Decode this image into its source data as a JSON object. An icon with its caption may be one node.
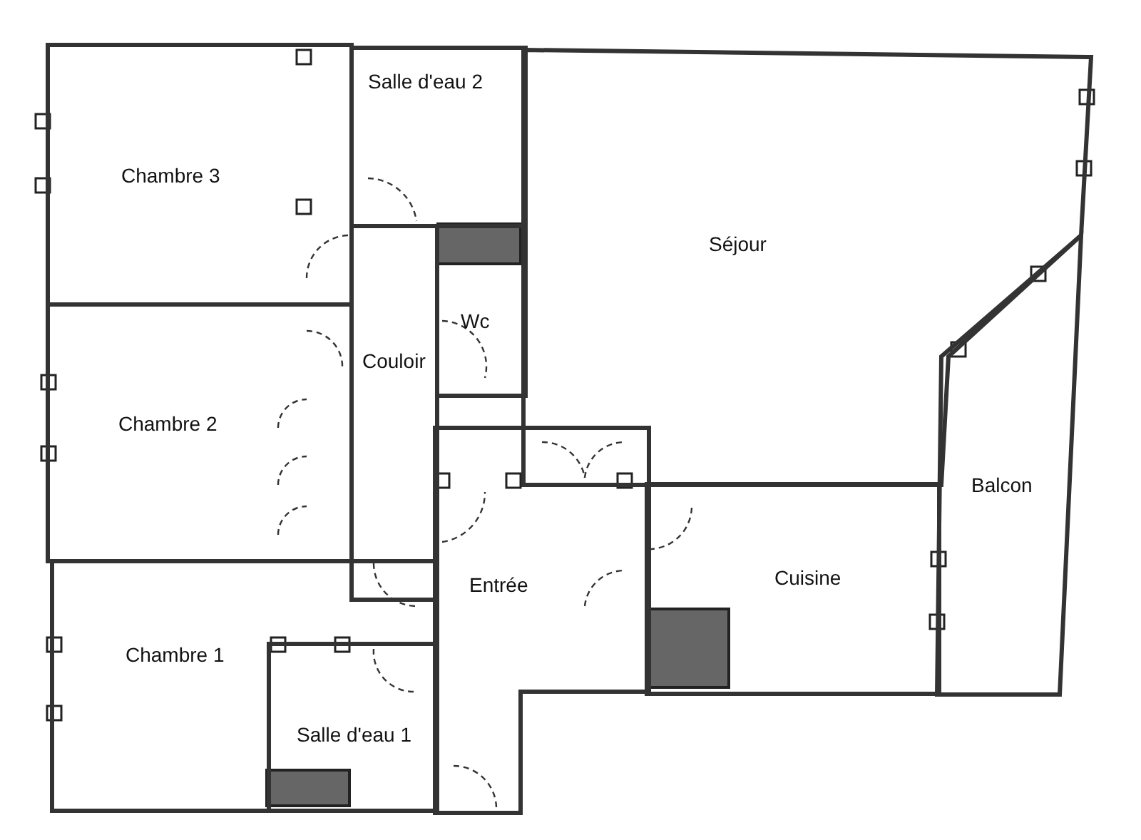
{
  "diagram": {
    "nodes": [
      {
        "text": [
          "Chambre 3"
        ]
      },
      {
        "text": [
          "Salle d'eau 2"
        ]
      },
      {
        "text": [
          "Séjour"
        ]
      },
      {
        "text": [
          "Wc"
        ]
      },
      {
        "text": [
          "Couloir"
        ]
      },
      {
        "text": [
          "Chambre 2"
        ]
      },
      {
        "text": [
          "Balcon"
        ]
      },
      {
        "text": [
          "Entrée"
        ]
      },
      {
        "text": [
          "Cuisine"
        ]
      },
      {
        "text": [
          "Chambre 1"
        ]
      },
      {
        "text": [
          "Salle d'eau 1"
        ],
        "in": 9
      }
    ]
  }
}
